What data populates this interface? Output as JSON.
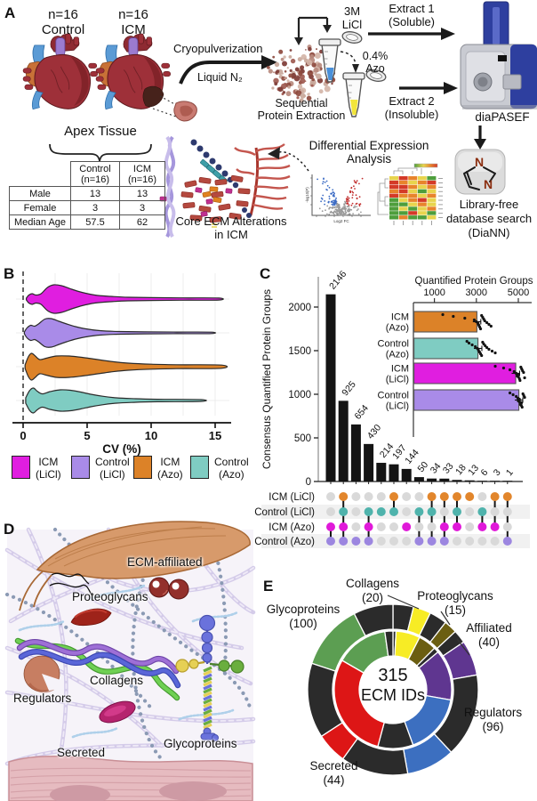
{
  "panel_labels": {
    "a": "A",
    "b": "B",
    "c": "C",
    "d": "D",
    "e": "E"
  },
  "colors": {
    "magenta": "#E01EE0",
    "purple": "#A98BE8",
    "orange": "#DC8228",
    "teal": "#7FCCC2",
    "upset_orange": "#E2862C",
    "upset_teal": "#4FB3AC",
    "upset_magenta": "#E019D9",
    "upset_purple": "#9C86E0",
    "bar_black": "#141414"
  },
  "panel_a": {
    "group1_n": "n=16",
    "group1_name": "Control",
    "group2_n": "n=16",
    "group2_name": "ICM",
    "cryo": "Cryopulverization",
    "liquid_n2": "Liquid N₂",
    "seq_line1": "Sequential",
    "seq_line2": "Protein Extraction",
    "licl_line1": "3M",
    "licl_line2": "LiCl",
    "azo_line1": "0.4%",
    "azo_line2": "Azo",
    "extract1_line1": "Extract 1",
    "extract1_line2": "(Soluble)",
    "extract2_line1": "Extract 2",
    "extract2_line2": "(Insoluble)",
    "instrument": "diaPASEF",
    "search_line1": "Library-free",
    "search_line2": "database search",
    "search_line3": "(DiaNN)",
    "apex": "Apex Tissue",
    "core_line1": "Core ECM Alterations",
    "core_line2": "in ICM",
    "dea_line1": "Differential Expression",
    "dea_line2": "Analysis",
    "table": {
      "col_headers": [
        [
          "Control",
          "(n=16)"
        ],
        [
          "ICM",
          "(n=16)"
        ]
      ],
      "rows": [
        [
          "Male",
          "13",
          "13"
        ],
        [
          "Female",
          "3",
          "3"
        ],
        [
          "Median Age",
          "57.5",
          "62"
        ]
      ]
    }
  },
  "panel_d": {
    "labels": {
      "affiliated": "ECM-affiliated",
      "proteoglycans": "Proteoglycans",
      "collagens": "Collagens",
      "regulators": "Regulators",
      "secreted": "Secreted",
      "glycoproteins": "Glycoproteins"
    }
  },
  "panel_e": {
    "center_line1": "315",
    "center_line2": "ECM IDs",
    "labels": [
      [
        "Glycoproteins",
        "(100)"
      ],
      [
        "Collagens",
        "(20)"
      ],
      [
        "Proteoglycans",
        "(15)"
      ],
      [
        "Affiliated",
        "(40)"
      ],
      [
        "Regulators",
        "(96)"
      ],
      [
        "Secreted",
        "(44)"
      ]
    ]
  },
  "chart_data": [
    {
      "id": "cv_violins",
      "type": "violin",
      "xlabel": "CV (%)",
      "xticks": [
        0,
        5,
        10,
        15
      ],
      "xlim": [
        0,
        15.8
      ],
      "legend": [
        [
          "ICM",
          "(LiCl)"
        ],
        [
          "Control",
          "(LiCl)"
        ],
        [
          "ICM",
          "(Azo)"
        ],
        [
          "Control",
          "(Azo)"
        ]
      ],
      "series": [
        {
          "name": "ICM (LiCl)",
          "color": "#E01EE0",
          "profile": [
            [
              0.25,
              1
            ],
            [
              0.45,
              4.5
            ],
            [
              0.7,
              6
            ],
            [
              1.0,
              4.5
            ],
            [
              1.4,
              6
            ],
            [
              1.9,
              13
            ],
            [
              2.4,
              16
            ],
            [
              3.0,
              15
            ],
            [
              3.8,
              11
            ],
            [
              4.6,
              7.5
            ],
            [
              5.6,
              4.5
            ],
            [
              6.8,
              3
            ],
            [
              8.2,
              2
            ],
            [
              10,
              1.6
            ],
            [
              12.5,
              1.3
            ],
            [
              15.3,
              1.1
            ]
          ]
        },
        {
          "name": "Control (LiCl)",
          "color": "#A98BE8",
          "profile": [
            [
              0.1,
              1
            ],
            [
              0.3,
              5.5
            ],
            [
              0.6,
              8.5
            ],
            [
              0.9,
              7.5
            ],
            [
              1.2,
              10
            ],
            [
              1.7,
              15.5
            ],
            [
              2.2,
              16
            ],
            [
              2.8,
              13
            ],
            [
              3.4,
              10
            ],
            [
              4.1,
              7
            ],
            [
              4.9,
              4.5
            ],
            [
              6.0,
              2.5
            ],
            [
              7.5,
              1.5
            ],
            [
              9.5,
              1.1
            ],
            [
              12,
              0.9
            ],
            [
              14.7,
              0.8
            ]
          ]
        },
        {
          "name": "ICM (Azo)",
          "color": "#DC8228",
          "profile": [
            [
              0.15,
              2
            ],
            [
              0.4,
              11
            ],
            [
              0.65,
              15
            ],
            [
              0.95,
              12
            ],
            [
              1.3,
              8
            ],
            [
              1.8,
              9.5
            ],
            [
              2.6,
              12
            ],
            [
              3.6,
              12
            ],
            [
              4.6,
              10.5
            ],
            [
              5.6,
              8.5
            ],
            [
              6.8,
              6
            ],
            [
              8.2,
              4
            ],
            [
              10,
              2.8
            ],
            [
              12,
              2.2
            ],
            [
              15.5,
              1.8
            ]
          ]
        },
        {
          "name": "Control (Azo)",
          "color": "#7FCCC2",
          "profile": [
            [
              0.2,
              3
            ],
            [
              0.5,
              11
            ],
            [
              0.8,
              14
            ],
            [
              1.1,
              10.5
            ],
            [
              1.5,
              7.5
            ],
            [
              2.1,
              10
            ],
            [
              2.9,
              12
            ],
            [
              3.7,
              11.5
            ],
            [
              4.5,
              9.5
            ],
            [
              5.3,
              7
            ],
            [
              6.2,
              4.8
            ],
            [
              7.3,
              3
            ],
            [
              8.8,
              2
            ],
            [
              10.5,
              1.4
            ],
            [
              13.9,
              1
            ]
          ]
        }
      ]
    },
    {
      "id": "upset",
      "type": "upset-bar",
      "ylabel": "Consensus Quantified Protein Groups",
      "yticks": [
        0,
        500,
        1000,
        1500,
        2000
      ],
      "values": [
        2146,
        925,
        654,
        430,
        214,
        197,
        144,
        50,
        34,
        33,
        18,
        13,
        6,
        3,
        1
      ],
      "sets": [
        [
          3,
          4
        ],
        [
          1,
          2,
          3,
          4
        ],
        [
          4
        ],
        [
          2,
          3,
          4
        ],
        [
          2
        ],
        [
          1,
          2
        ],
        [
          3
        ],
        [
          2,
          4
        ],
        [
          1,
          2,
          4
        ],
        [
          1,
          3,
          4
        ],
        [
          1,
          2,
          3
        ],
        [
          1
        ],
        [
          2,
          3
        ],
        [
          1,
          3
        ],
        [
          1,
          4
        ]
      ],
      "rows": [
        {
          "label": "ICM (LiCl)",
          "color": "#E2862C"
        },
        {
          "label": "Control (LiCl)",
          "color": "#4FB3AC"
        },
        {
          "label": "ICM (Azo)",
          "color": "#E019D9"
        },
        {
          "label": "Control (Azo)",
          "color": "#9C86E0"
        }
      ],
      "inactive_color": "#D9D9D9"
    },
    {
      "id": "quantified_bars",
      "type": "bar",
      "title": "Quantified Protein Groups",
      "xticks": [
        1000,
        3000,
        5000
      ],
      "xlim": [
        0,
        5800
      ],
      "bars": [
        {
          "label1": "ICM",
          "label2": "(Azo)",
          "color": "#DC8228",
          "value": 3000,
          "dots": [
            1400,
            1900,
            2450,
            2900,
            3000,
            3080,
            3120,
            3160,
            3200,
            3250,
            3300,
            3350,
            3400,
            3500,
            3600,
            3700
          ]
        },
        {
          "label1": "Control",
          "label2": "(Azo)",
          "color": "#7FCCC2",
          "value": 3050,
          "dots": [
            2550,
            2650,
            2800,
            2950,
            3050,
            3100,
            3150,
            3200,
            3250,
            3300,
            3350,
            3420,
            3500,
            3600,
            3750,
            3900
          ]
        },
        {
          "label1": "ICM",
          "label2": "(LiCl)",
          "color": "#E01EE0",
          "value": 4850,
          "dots": [
            3900,
            4300,
            4600,
            4800,
            4900,
            4950,
            5000,
            5050,
            5080,
            5120,
            5160,
            5200,
            5250,
            5000,
            4950,
            5300
          ]
        },
        {
          "label1": "Control",
          "label2": "(LiCl)",
          "color": "#A98BE8",
          "value": 5000,
          "dots": [
            4600,
            4750,
            4900,
            4980,
            5020,
            5060,
            5100,
            5140,
            5180,
            5220,
            5260,
            5300,
            5050,
            5000,
            5150,
            5100
          ]
        }
      ]
    },
    {
      "id": "ecm_donut",
      "type": "donut",
      "total": 315,
      "categories": [
        {
          "label": "Collagens",
          "count": 20,
          "color": "#F7EC25"
        },
        {
          "label": "Proteoglycans",
          "count": 15,
          "color": "#6B5E11"
        },
        {
          "label": "Affiliated",
          "count": 40,
          "color": "#5F3690"
        },
        {
          "label": "Regulators",
          "count": 96,
          "color": "#3C6FC0"
        },
        {
          "label": "Secreted",
          "count": 44,
          "color": "#DD1616"
        },
        {
          "label": "Glycoproteins",
          "count": 100,
          "color": "#5C9E52"
        }
      ],
      "ring_black": "#2B2B2B",
      "outer_segments": [
        [
          "black",
          14
        ],
        [
          "#F7EC25",
          12
        ],
        [
          "black",
          12
        ],
        [
          "#6B5E11",
          9
        ],
        [
          "black",
          9
        ],
        [
          "#5F3690",
          24
        ],
        [
          "black",
          57
        ],
        [
          "#3C6FC0",
          33
        ],
        [
          "black",
          46
        ],
        [
          "#DD1616",
          21
        ],
        [
          "black",
          51
        ],
        [
          "#5C9E52",
          45
        ],
        [
          "black",
          27
        ]
      ],
      "inner_segments": [
        [
          "black",
          3
        ],
        [
          "#F7EC25",
          24
        ],
        [
          "#6B5E11",
          18
        ],
        [
          "black",
          5
        ],
        [
          "#5F3690",
          50
        ],
        [
          "#3C6FC0",
          60
        ],
        [
          "black",
          35
        ],
        [
          "#DD1616",
          105
        ],
        [
          "#5C9E52",
          52
        ],
        [
          "black",
          8
        ]
      ]
    },
    {
      "id": "thumbs",
      "type": "scatter",
      "volcano": {
        "xlabel": "Log2 FC",
        "ylabel": "-log10(P)",
        "n": 250,
        "seed": 9,
        "blue": "#3B6BC4",
        "red": "#C23030",
        "gray": "#9A9A9A"
      },
      "heatmap": {
        "palette": {
          "R": "#D43A28",
          "O": "#E8842C",
          "Y": "#E8D44D",
          "G": "#4E9E3C"
        },
        "grid": [
          [
            "Y",
            "R",
            "O",
            "Y",
            "G"
          ],
          [
            "R",
            "O",
            "Y",
            "O",
            "R"
          ],
          [
            "R",
            "R",
            "O",
            "Y",
            "O"
          ],
          [
            "O",
            "R",
            "Y",
            "G",
            "Y"
          ],
          [
            "R",
            "O",
            "O",
            "Y",
            "O"
          ],
          [
            "G",
            "Y",
            "O",
            "R",
            "Y"
          ],
          [
            "G",
            "G",
            "Y",
            "O",
            "Y"
          ],
          [
            "G",
            "Y",
            "G",
            "Y",
            "O"
          ],
          [
            "G",
            "G",
            "R",
            "Y",
            "G"
          ],
          [
            "G",
            "O",
            "G",
            "G",
            "Y"
          ]
        ]
      }
    }
  ]
}
